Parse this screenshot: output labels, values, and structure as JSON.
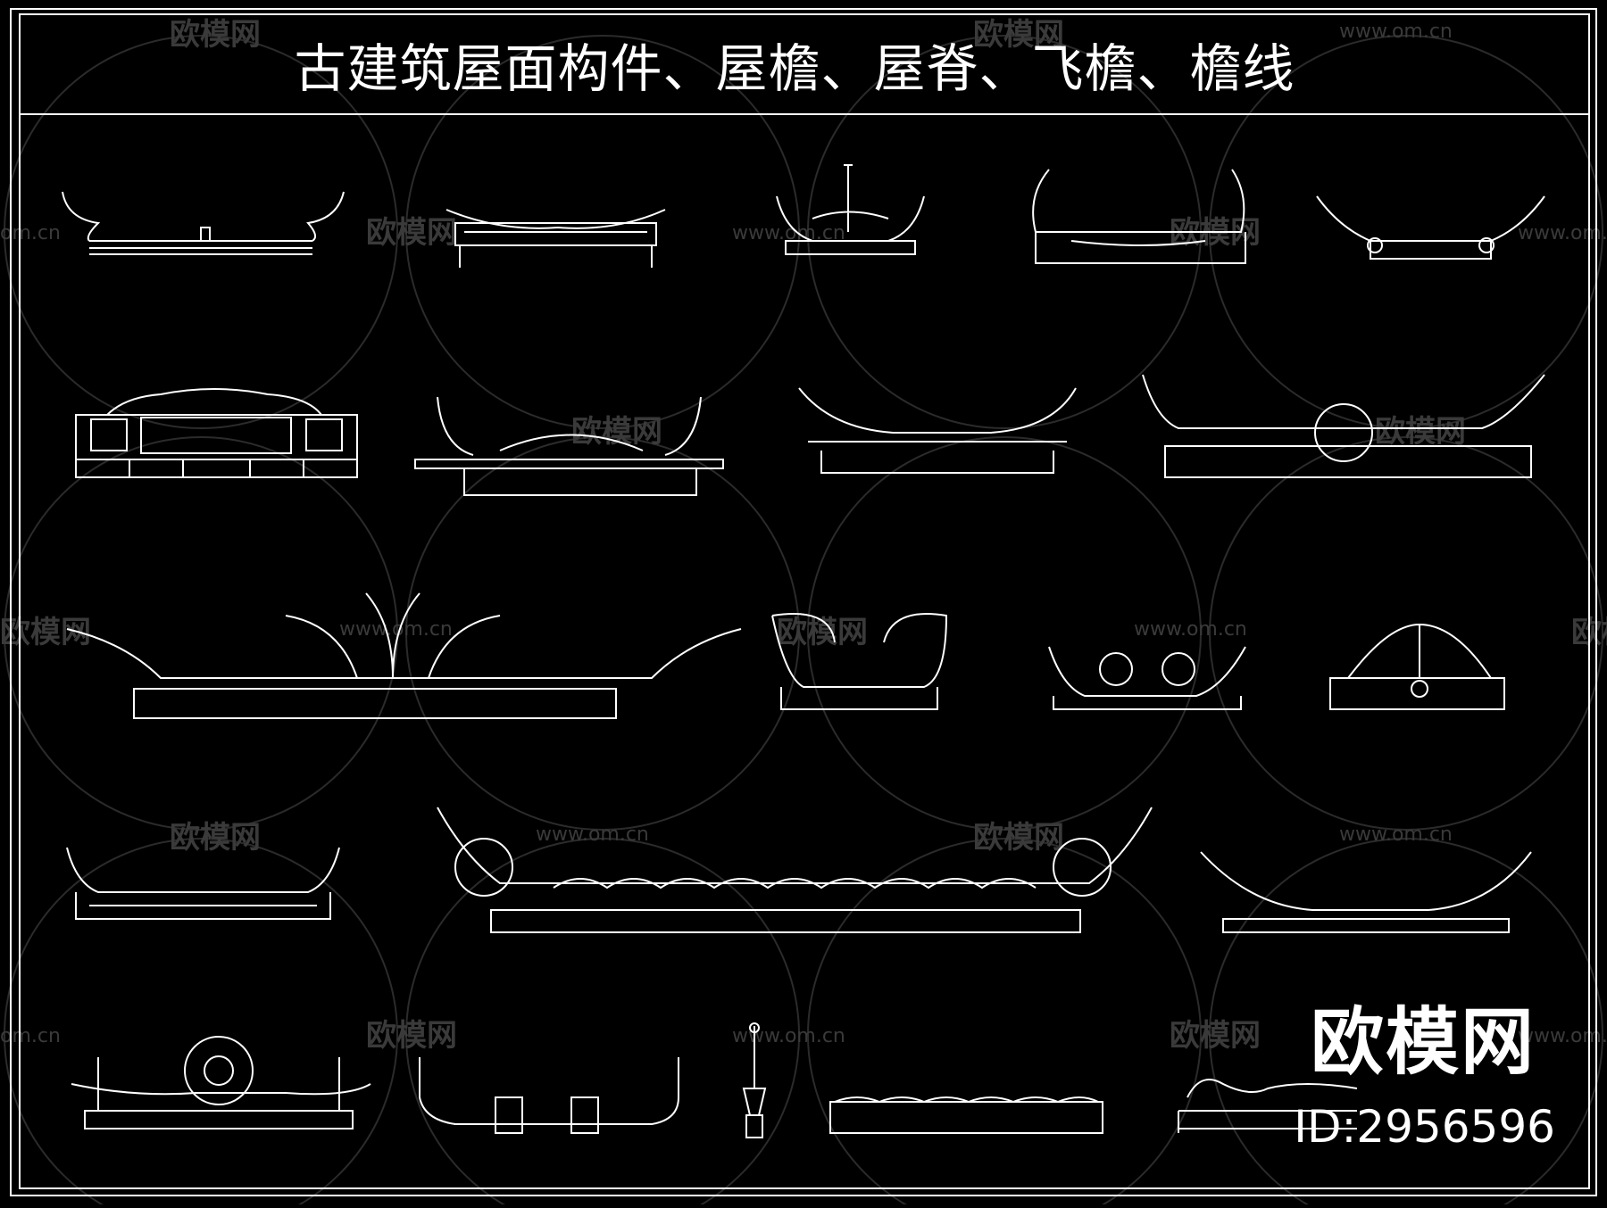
{
  "title": "古建筑屋面构件、屋檐、屋脊、飞檐、檐线",
  "watermark": {
    "brand": "欧模网",
    "site": "www.om.cn",
    "site_fragment": "om.cn"
  },
  "logo": {
    "brand": "欧模网",
    "id_label": "ID:2956596"
  },
  "colors": {
    "background": "#000000",
    "line": "#ffffff",
    "watermark": "#3a3a3a"
  }
}
